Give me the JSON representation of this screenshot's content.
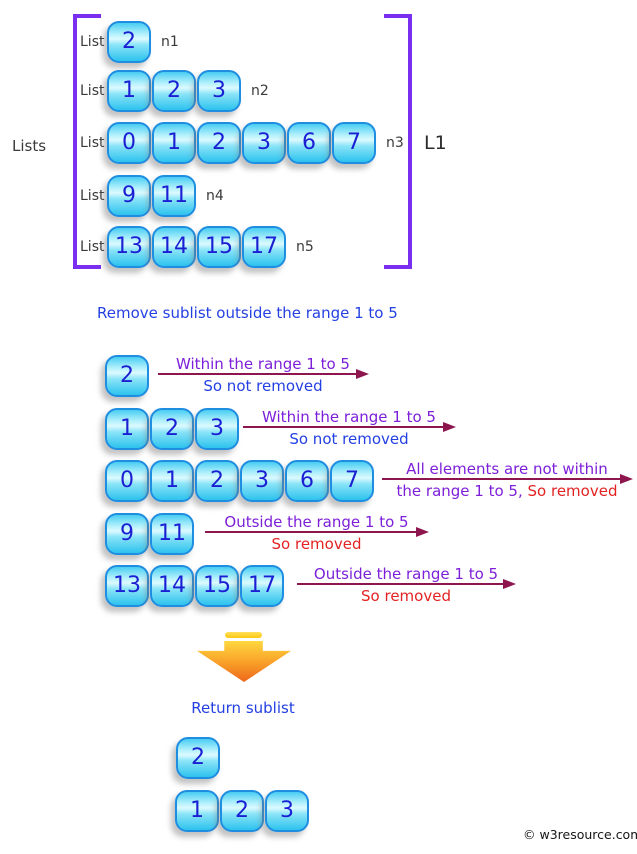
{
  "colors": {
    "blue": "#2440e3",
    "purple": "#7d1fd9",
    "red": "#e32222",
    "arrow_line": "#8e164f",
    "bracket": "#7a2ff0",
    "box_border": "#1f8de0",
    "box_fill_top": "#49cdf2",
    "box_fill_light": "#dcfaff",
    "box_fill_bottom": "#2dc2ee",
    "number": "#1b1ed2",
    "orange_arrow_top": "#ffd83f",
    "orange_arrow_bottom": "#ed671b"
  },
  "top_group": {
    "outer_label": "Lists",
    "bracket_label": "L1",
    "rows": [
      {
        "prefix": "List",
        "values": [
          "2"
        ],
        "suffix": "n1"
      },
      {
        "prefix": "List",
        "values": [
          "1",
          "2",
          "3"
        ],
        "suffix": "n2"
      },
      {
        "prefix": "List",
        "values": [
          "0",
          "1",
          "2",
          "3",
          "6",
          "7"
        ],
        "suffix": "n3"
      },
      {
        "prefix": "List",
        "values": [
          "9",
          "11"
        ],
        "suffix": "n4"
      },
      {
        "prefix": "List",
        "values": [
          "13",
          "14",
          "15",
          "17"
        ],
        "suffix": "n5"
      }
    ]
  },
  "instruction": "Remove sublist outside the range 1 to 5",
  "process_rows": [
    {
      "values": [
        "2"
      ],
      "above": [
        {
          "text": "Within the range 1 to 5",
          "color": "purple"
        }
      ],
      "below": [
        {
          "text": "So not removed",
          "color": "blue"
        }
      ]
    },
    {
      "values": [
        "1",
        "2",
        "3"
      ],
      "above": [
        {
          "text": "Within the range 1 to 5",
          "color": "purple"
        }
      ],
      "below": [
        {
          "text": "So not removed",
          "color": "blue"
        }
      ]
    },
    {
      "values": [
        "0",
        "1",
        "2",
        "3",
        "6",
        "7"
      ],
      "above": [
        {
          "text": "All elements are not within",
          "color": "purple"
        }
      ],
      "below": [
        {
          "text": "the range 1 to 5, ",
          "color": "purple"
        },
        {
          "text": "So removed",
          "color": "red"
        }
      ]
    },
    {
      "values": [
        "9",
        "11"
      ],
      "above": [
        {
          "text": "Outside the range 1 to 5",
          "color": "purple"
        }
      ],
      "below": [
        {
          "text": "So removed",
          "color": "red"
        }
      ]
    },
    {
      "values": [
        "13",
        "14",
        "15",
        "17"
      ],
      "above": [
        {
          "text": "Outside the range 1 to 5",
          "color": "purple"
        }
      ],
      "below": [
        {
          "text": "So removed",
          "color": "red"
        }
      ]
    }
  ],
  "result": {
    "label": "Return sublist",
    "rows": [
      {
        "values": [
          "2"
        ]
      },
      {
        "values": [
          "1",
          "2",
          "3"
        ]
      }
    ]
  },
  "footer": {
    "text": "© w3resource.com"
  }
}
